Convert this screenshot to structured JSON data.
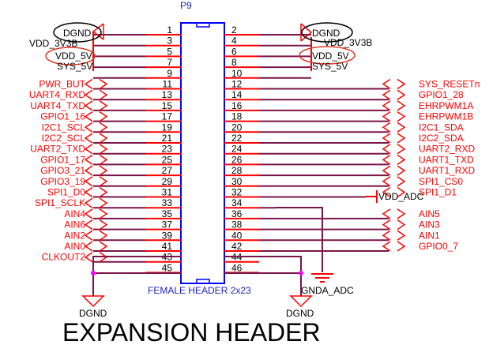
{
  "component": {
    "designator": "P9",
    "description": "FEMALE HEADER 2x23"
  },
  "title": "EXPANSION HEADER",
  "colors": {
    "pin_line": "#ff0000",
    "wire": "#7a1547",
    "body": "#0000ff",
    "net_label": "#ff0000",
    "power_label": "#000000",
    "junction": "#ff00ff",
    "highlight_black": "#000000",
    "highlight_red": "#e0301e"
  },
  "power_nets": {
    "left": {
      "dgnd": "DGND",
      "vdd_3v3b": "VDD_3V3B",
      "vdd_5v": "VDD_5V",
      "sys_5v": "SYS_5V"
    },
    "right": {
      "dgnd": "DGND",
      "vdd_3v3b": "VDD_3V3B",
      "vdd_5v": "VDD_5V",
      "sys_5v": "SYS_5V"
    },
    "vdd_adc": "VDD_ADC",
    "gnda_adc": "GNDA_ADC",
    "dgnd_bottom_left": "DGND",
    "dgnd_bottom_right": "DGND"
  },
  "pins_left": [
    {
      "num": "1",
      "net": ""
    },
    {
      "num": "3",
      "net": ""
    },
    {
      "num": "5",
      "net": ""
    },
    {
      "num": "7",
      "net": ""
    },
    {
      "num": "9",
      "net": ""
    },
    {
      "num": "11",
      "net": "PWR_BUT"
    },
    {
      "num": "13",
      "net": "UART4_RXD"
    },
    {
      "num": "15",
      "net": "UART4_TXD"
    },
    {
      "num": "17",
      "net": "GPIO1_16"
    },
    {
      "num": "19",
      "net": "I2C1_SCL"
    },
    {
      "num": "21",
      "net": "I2C2_SCL"
    },
    {
      "num": "23",
      "net": "UART2_TXD"
    },
    {
      "num": "25",
      "net": "GPIO1_17"
    },
    {
      "num": "27",
      "net": "GPIO3_21"
    },
    {
      "num": "29",
      "net": "GPIO3_19"
    },
    {
      "num": "31",
      "net": "SPI1_D0"
    },
    {
      "num": "33",
      "net": "SPI1_SCLK"
    },
    {
      "num": "35",
      "net": "AIN4"
    },
    {
      "num": "37",
      "net": "AIN6"
    },
    {
      "num": "39",
      "net": "AIN2"
    },
    {
      "num": "41",
      "net": "AIN0"
    },
    {
      "num": "43",
      "net": "CLKOUT2"
    },
    {
      "num": "45",
      "net": ""
    }
  ],
  "pins_right": [
    {
      "num": "2",
      "net": ""
    },
    {
      "num": "4",
      "net": ""
    },
    {
      "num": "6",
      "net": ""
    },
    {
      "num": "8",
      "net": ""
    },
    {
      "num": "10",
      "net": ""
    },
    {
      "num": "12",
      "net": "SYS_RESETn"
    },
    {
      "num": "14",
      "net": "GPIO1_28"
    },
    {
      "num": "16",
      "net": "EHRPWM1A"
    },
    {
      "num": "18",
      "net": "EHRPWM1B"
    },
    {
      "num": "20",
      "net": "I2C1_SDA"
    },
    {
      "num": "22",
      "net": "I2C2_SDA"
    },
    {
      "num": "24",
      "net": "UART2_RXD"
    },
    {
      "num": "26",
      "net": "UART1_TXD"
    },
    {
      "num": "28",
      "net": "UART1_RXD"
    },
    {
      "num": "30",
      "net": "SPI1_CS0"
    },
    {
      "num": "32",
      "net": "SPI1_D1"
    },
    {
      "num": "34",
      "net": ""
    },
    {
      "num": "36",
      "net": "AIN5"
    },
    {
      "num": "38",
      "net": "AIN3"
    },
    {
      "num": "40",
      "net": "AIN1"
    },
    {
      "num": "42",
      "net": "GPIO0_7"
    },
    {
      "num": "44",
      "net": ""
    },
    {
      "num": "46",
      "net": ""
    }
  ]
}
